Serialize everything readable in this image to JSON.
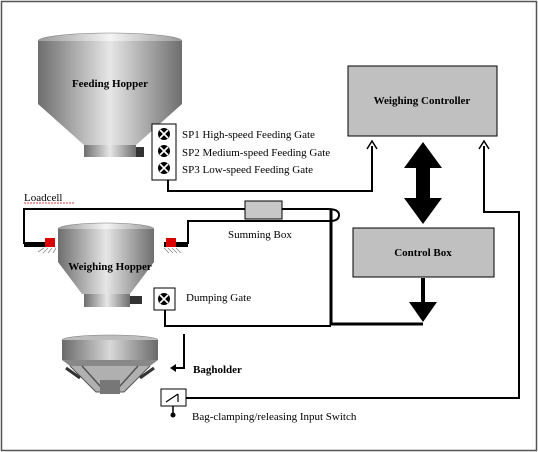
{
  "labels": {
    "feeding_hopper": "Feeding Hopper",
    "weighing_controller": "Weighing Controller",
    "control_box": "Control Box",
    "weighing_hopper": "Weighing Hopper",
    "summing_box": "Summing Box",
    "loadcell": "Loadcell",
    "dumping_gate": "Dumping Gate",
    "bagholder": "Bagholder",
    "input_switch": "Bag-clamping/releasing Input Switch"
  },
  "gates": [
    {
      "label": "SP1 High-speed Feeding Gate"
    },
    {
      "label": "SP2 Medium-speed Feeding Gate"
    },
    {
      "label": "SP3 Low-speed Feeding Gate"
    }
  ],
  "colors": {
    "box_fill": "#c0c0c0",
    "hopper_dark": "#707070",
    "hopper_light": "#dcdcdc",
    "loadcell": "#dd0000",
    "line": "#000000"
  }
}
